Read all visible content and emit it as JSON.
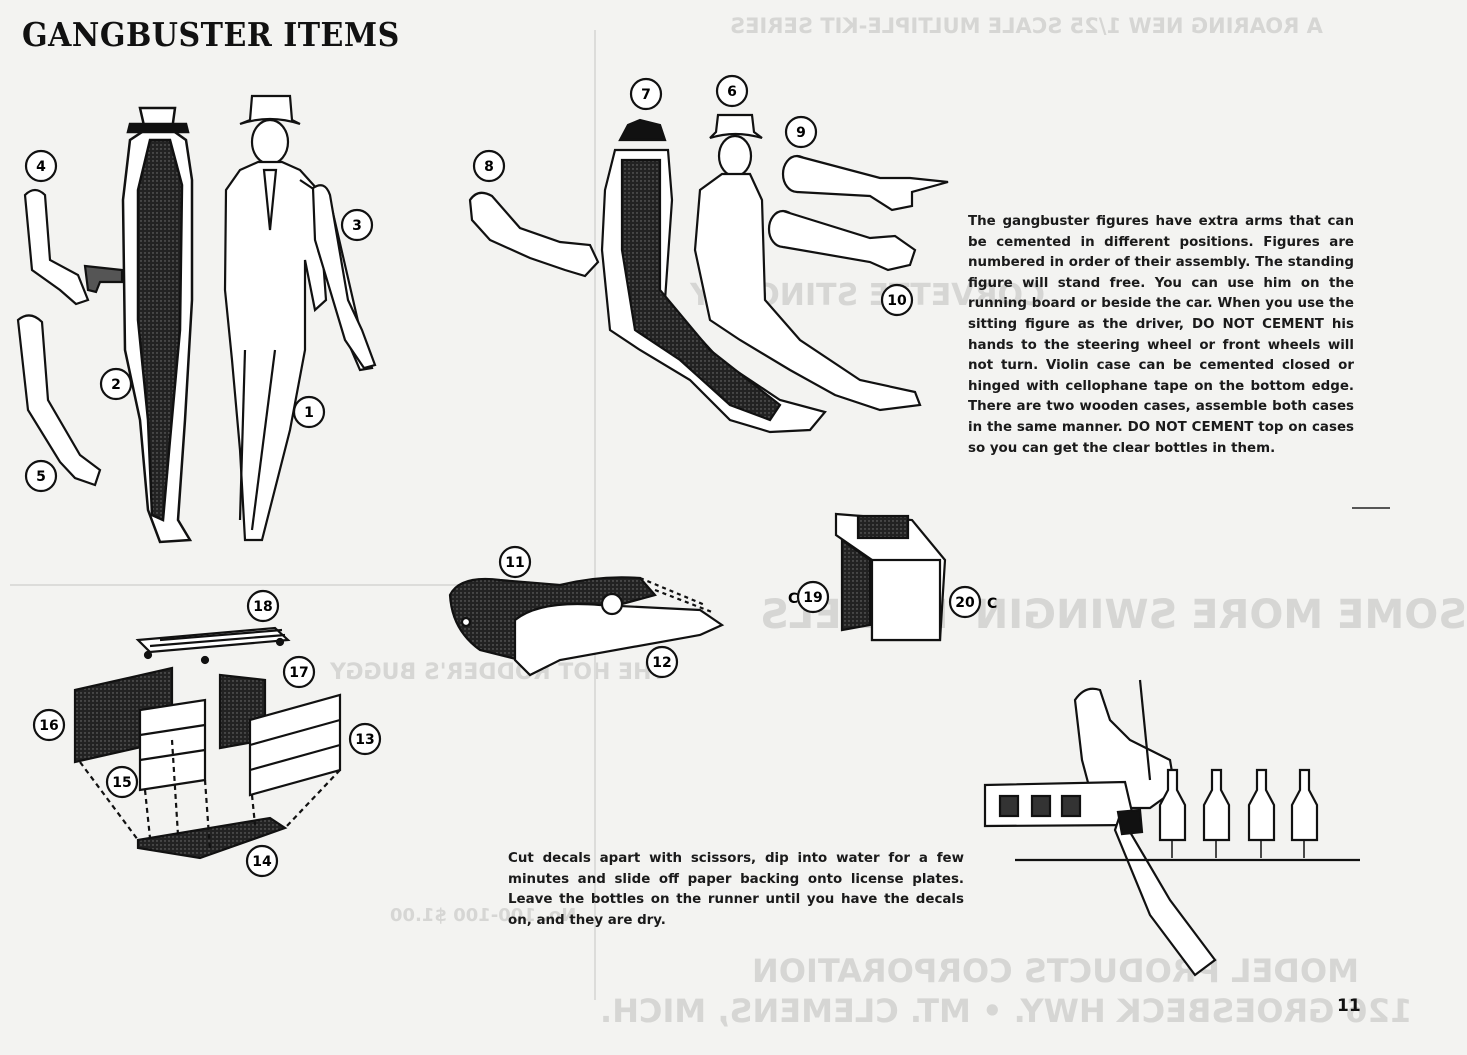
{
  "page": {
    "title": "GANGBUSTER ITEMS",
    "page_number": "11"
  },
  "instructions": {
    "figures": "The gangbuster figures have extra arms that can be cemented in different positions. Figures are numbered in order of their assembly. The standing figure will stand free. You can use him on the running board or beside the car. When you use the sitting figure as the driver, DO NOT CEMENT his hands to the steering wheel or front wheels will not turn. Violin case can be cemented closed or hinged with cellophane tape on the bottom edge. There are two wooden cases, assemble both cases in the same manner. DO NOT CEMENT top on cases so you can get the clear bottles in them.",
    "decals": "Cut decals apart with scissors, dip into water for a few minutes and slide off paper backing onto license plates. Leave the bottles on the runner until you have the decals on, and they are dry."
  },
  "part_numbers": [
    "1",
    "2",
    "3",
    "4",
    "5",
    "6",
    "7",
    "8",
    "9",
    "10",
    "11",
    "12",
    "13",
    "14",
    "15",
    "16",
    "17",
    "18",
    "19",
    "20"
  ],
  "part_letter": "C",
  "bleed_through": {
    "company_line1": "MODEL PRODUCTS CORPORATION",
    "company_line2": "126 GROESBECK HWY. • MT. CLEMENS, MICH.",
    "heading_top": "A ROARING NEW 1/25 SCALE MULTIPLE-KIT SERIES",
    "heading_mid": "SOME MORE SWINGIN' MODELS",
    "heading_corvette": "CORVETTE STINGRAY",
    "heading_hotrod": "THE HOT RODDER'S BUGGY",
    "price": "No. 100-100  $1.00"
  }
}
